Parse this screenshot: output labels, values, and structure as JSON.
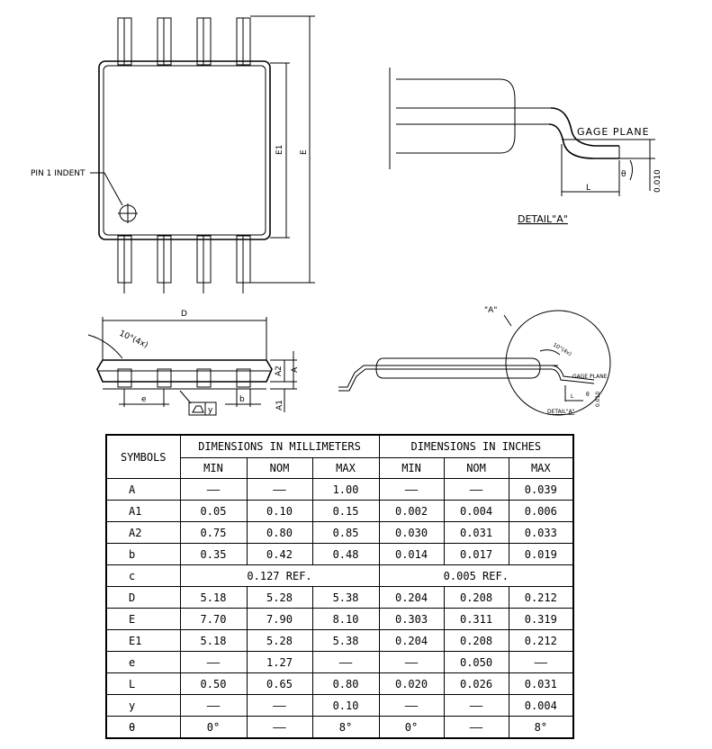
{
  "labels": {
    "pin1_indent": "PIN 1 INDENT",
    "dim_E1": "E1",
    "dim_E": "E",
    "gage_plane": "GAGE PLANE",
    "detail_a": "DETAIL\"A\"",
    "dim_L": "L",
    "dim_theta": "θ",
    "dim_0010": "0.010",
    "dim_D": "D",
    "angle_10": "10°(4x)",
    "dim_A2": "A2",
    "dim_A": "A",
    "dim_A1": "A1",
    "dim_e": "e",
    "dim_b": "b",
    "flatness_y": "y",
    "callout_a": "\"A\"",
    "mini_angle": "10°(4x)",
    "mini_gage": "GAGE PLANE",
    "mini_L": "L",
    "mini_theta": "θ",
    "mini_0010": "0.010",
    "mini_detail": "DETAIL\"A\""
  },
  "table": {
    "symbols_header": "SYMBOLS",
    "mm_header": "DIMENSIONS IN MILLIMETERS",
    "in_header": "DIMENSIONS IN INCHES",
    "sub_headers": [
      "MIN",
      "NOM",
      "MAX",
      "MIN",
      "NOM",
      "MAX"
    ],
    "rows": [
      {
        "sym": "A",
        "vals": [
          "——",
          "——",
          "1.00",
          "——",
          "——",
          "0.039"
        ]
      },
      {
        "sym": "A1",
        "vals": [
          "0.05",
          "0.10",
          "0.15",
          "0.002",
          "0.004",
          "0.006"
        ]
      },
      {
        "sym": "A2",
        "vals": [
          "0.75",
          "0.80",
          "0.85",
          "0.030",
          "0.031",
          "0.033"
        ]
      },
      {
        "sym": "b",
        "vals": [
          "0.35",
          "0.42",
          "0.48",
          "0.014",
          "0.017",
          "0.019"
        ]
      },
      {
        "sym": "c",
        "mm_ref": "0.127 REF.",
        "in_ref": "0.005 REF."
      },
      {
        "sym": "D",
        "vals": [
          "5.18",
          "5.28",
          "5.38",
          "0.204",
          "0.208",
          "0.212"
        ]
      },
      {
        "sym": "E",
        "vals": [
          "7.70",
          "7.90",
          "8.10",
          "0.303",
          "0.311",
          "0.319"
        ]
      },
      {
        "sym": "E1",
        "vals": [
          "5.18",
          "5.28",
          "5.38",
          "0.204",
          "0.208",
          "0.212"
        ]
      },
      {
        "sym": "e",
        "vals": [
          "——",
          "1.27",
          "——",
          "——",
          "0.050",
          "——"
        ]
      },
      {
        "sym": "L",
        "vals": [
          "0.50",
          "0.65",
          "0.80",
          "0.020",
          "0.026",
          "0.031"
        ]
      },
      {
        "sym": "y",
        "vals": [
          "——",
          "——",
          "0.10",
          "——",
          "——",
          "0.004"
        ]
      },
      {
        "sym": "θ",
        "vals": [
          "0°",
          "——",
          "8°",
          "0°",
          "——",
          "8°"
        ]
      }
    ]
  }
}
